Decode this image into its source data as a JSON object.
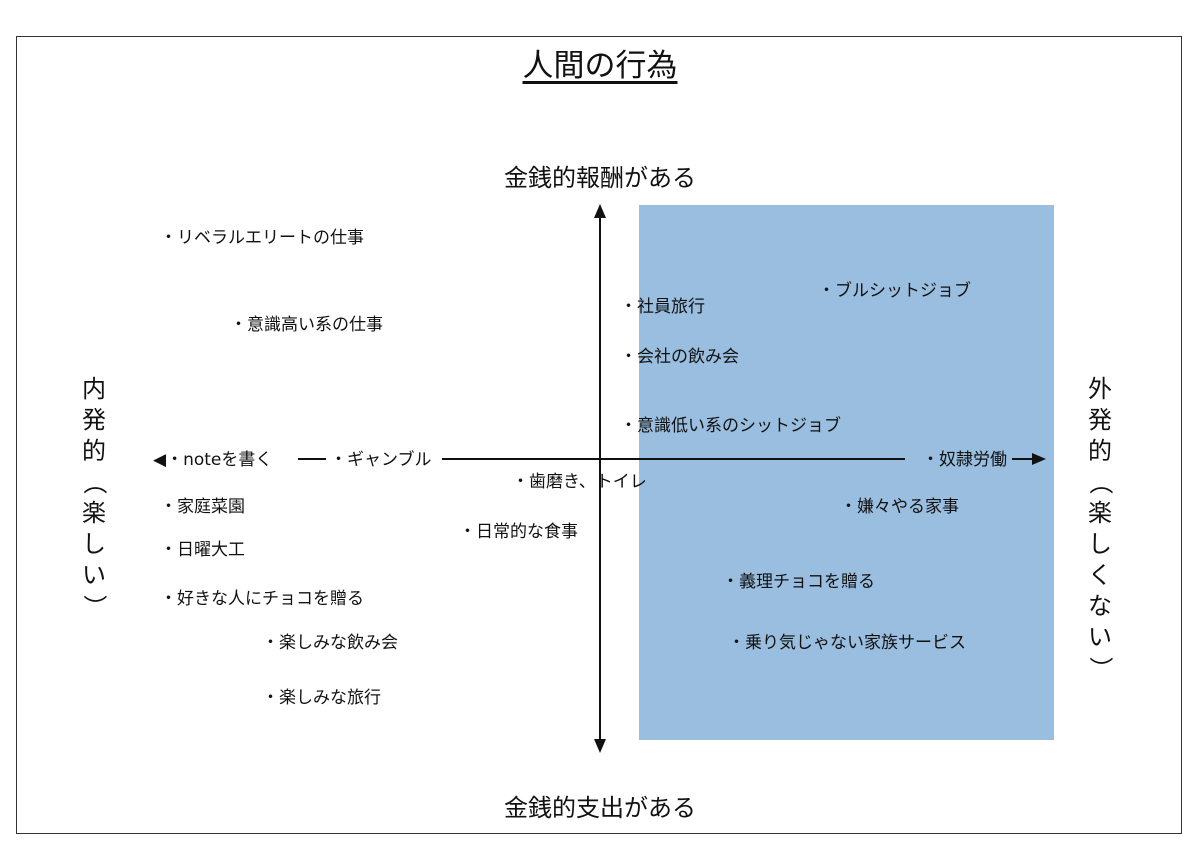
{
  "title": "人間の行為",
  "axis": {
    "top": "金銭的報酬がある",
    "bottom": "金銭的支出がある",
    "left": "内発的（楽しい）",
    "right": "外発的（楽しくない）"
  },
  "items": {
    "liberal_elite": "・リベラルエリートの仕事",
    "ishiki_takai": "・意識高い系の仕事",
    "note": "・noteを書く",
    "gamble": "・ギャンブル",
    "kitchen_garden": "・家庭菜園",
    "sunday_diy": "・日曜大工",
    "choco_love": "・好きな人にチョコを贈る",
    "fun_drink": "・楽しみな飲み会",
    "fun_trip": "・楽しみな旅行",
    "company_trip": "・社員旅行",
    "company_drink": "・会社の飲み会",
    "ishiki_hikui": "・意識低い系のシットジョブ",
    "teeth_toilet": "・歯磨き、トイレ",
    "daily_meal": "・日常的な食事",
    "bullshit_job": "・ブルシットジョブ",
    "slave_labor": "・奴隷労働",
    "chores": "・嫌々やる家事",
    "giri_choco": "・義理チョコを贈る",
    "family_service": "・乗り気じゃない家族サービス"
  },
  "colors": {
    "shade": "#99bedf",
    "axis": "#111111"
  }
}
